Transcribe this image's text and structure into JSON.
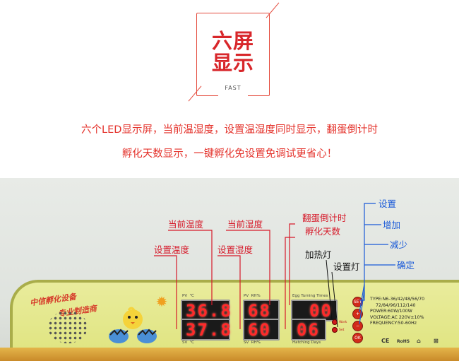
{
  "badge": {
    "title_line1": "六屏",
    "title_line2": "显示",
    "subtitle": "FAST"
  },
  "description": {
    "line1": "六个LED显示屏，当前温湿度，设置温湿度同时显示，翻蛋倒计时",
    "line2": "孵化天数显示，一键孵化免设置免调试更省心！"
  },
  "annotations": {
    "current_temp": "当前温度",
    "set_temp": "设置温度",
    "current_humidity": "当前湿度",
    "set_humidity": "设置湿度",
    "turn_countdown": "翻蛋倒计时",
    "hatch_days": "孵化天数",
    "heat_light": "加热灯",
    "set_light": "设置灯",
    "btn_set": "设置",
    "btn_up": "增加",
    "btn_down": "减少",
    "btn_ok": "确定"
  },
  "panel": {
    "brand_line1": "中信孵化设备",
    "brand_line2": "专业制造商",
    "temp_pv": "36.8",
    "temp_sv": "37.8",
    "hum_pv": "68",
    "hum_sv": "60",
    "turn_value": "00",
    "days_value": "06",
    "pv_label": "PV",
    "sv_label": "SV",
    "unit_c": "℃",
    "unit_rh": "RH%",
    "turn_label": "Egg Turning Times",
    "days_label": "Hatching Days",
    "work_label": "Work",
    "set_label": "Set",
    "buttons": [
      "SET",
      "+",
      "−",
      "OK"
    ],
    "specs": [
      "TYPE:N6-36/42/48/56/70",
      "72/84/96/112/140",
      "POWER:60W/100W",
      "VOLTAGE:AC 220V±10%",
      "FREQUENCY:50-60Hz"
    ],
    "certs": [
      "CE",
      "RoHS",
      "⌂",
      "⊠"
    ]
  },
  "colors": {
    "accent_red": "#d61a2a",
    "annotation_blue": "#1a5ad8",
    "led_red": "#ff2a2a"
  }
}
